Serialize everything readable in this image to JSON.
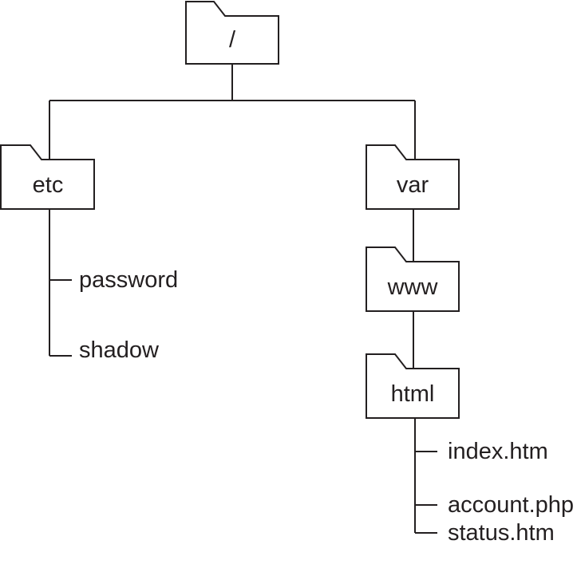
{
  "root": {
    "label": "/"
  },
  "folders": {
    "etc": {
      "label": "etc",
      "files": [
        "password",
        "shadow"
      ]
    },
    "var": {
      "label": "var"
    },
    "www": {
      "label": "www"
    },
    "html": {
      "label": "html",
      "files": [
        "index.htm",
        "account.php",
        "status.htm"
      ]
    }
  },
  "colors": {
    "stroke": "#231f20",
    "background": "#ffffff"
  }
}
